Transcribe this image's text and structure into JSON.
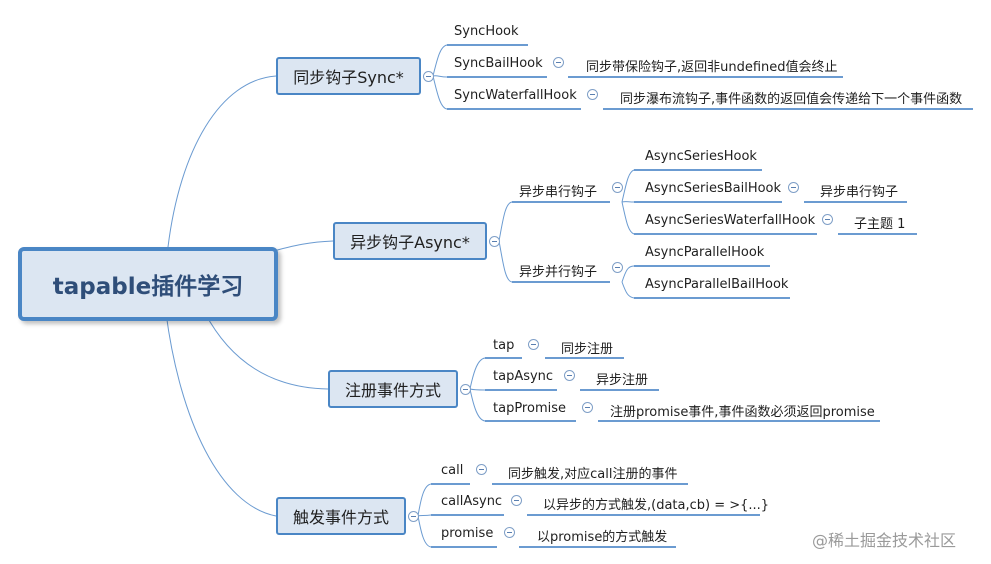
{
  "root": {
    "label": "tapable插件学习"
  },
  "branches": [
    {
      "label": "同步钩子Sync*",
      "children": [
        {
          "label": "SyncHook"
        },
        {
          "label": "SyncBailHook",
          "note": "同步带保险钩子,返回非undefined值会终止"
        },
        {
          "label": "SyncWaterfallHook",
          "note": "同步瀑布流钩子,事件函数的返回值会传递给下一个事件函数"
        }
      ]
    },
    {
      "label": "异步钩子Async*",
      "children": [
        {
          "label": "异步串行钩子",
          "children": [
            {
              "label": "AsyncSeriesHook"
            },
            {
              "label": "AsyncSeriesBailHook",
              "note": "异步串行钩子"
            },
            {
              "label": "AsyncSeriesWaterfallHook",
              "note": "子主题 1"
            }
          ]
        },
        {
          "label": "异步并行钩子",
          "children": [
            {
              "label": "AsyncParallelHook"
            },
            {
              "label": "AsyncParallelBailHook"
            }
          ]
        }
      ]
    },
    {
      "label": "注册事件方式",
      "children": [
        {
          "label": "tap",
          "note": "同步注册"
        },
        {
          "label": "tapAsync",
          "note": "异步注册"
        },
        {
          "label": "tapPromise",
          "note": "注册promise事件,事件函数必须返回promise"
        }
      ]
    },
    {
      "label": "触发事件方式",
      "children": [
        {
          "label": "call",
          "note": "同步触发,对应call注册的事件"
        },
        {
          "label": "callAsync",
          "note": "以异步的方式触发,(data,cb) = >{...}"
        },
        {
          "label": "promise",
          "note": "以promise的方式触发"
        }
      ]
    }
  ],
  "watermark": "@稀土掘金技术社区",
  "colors": {
    "line": "#6b9bd1",
    "box_fill": "#dce6f2",
    "box_border": "#4a86c5",
    "root_text": "#2f4e79"
  }
}
